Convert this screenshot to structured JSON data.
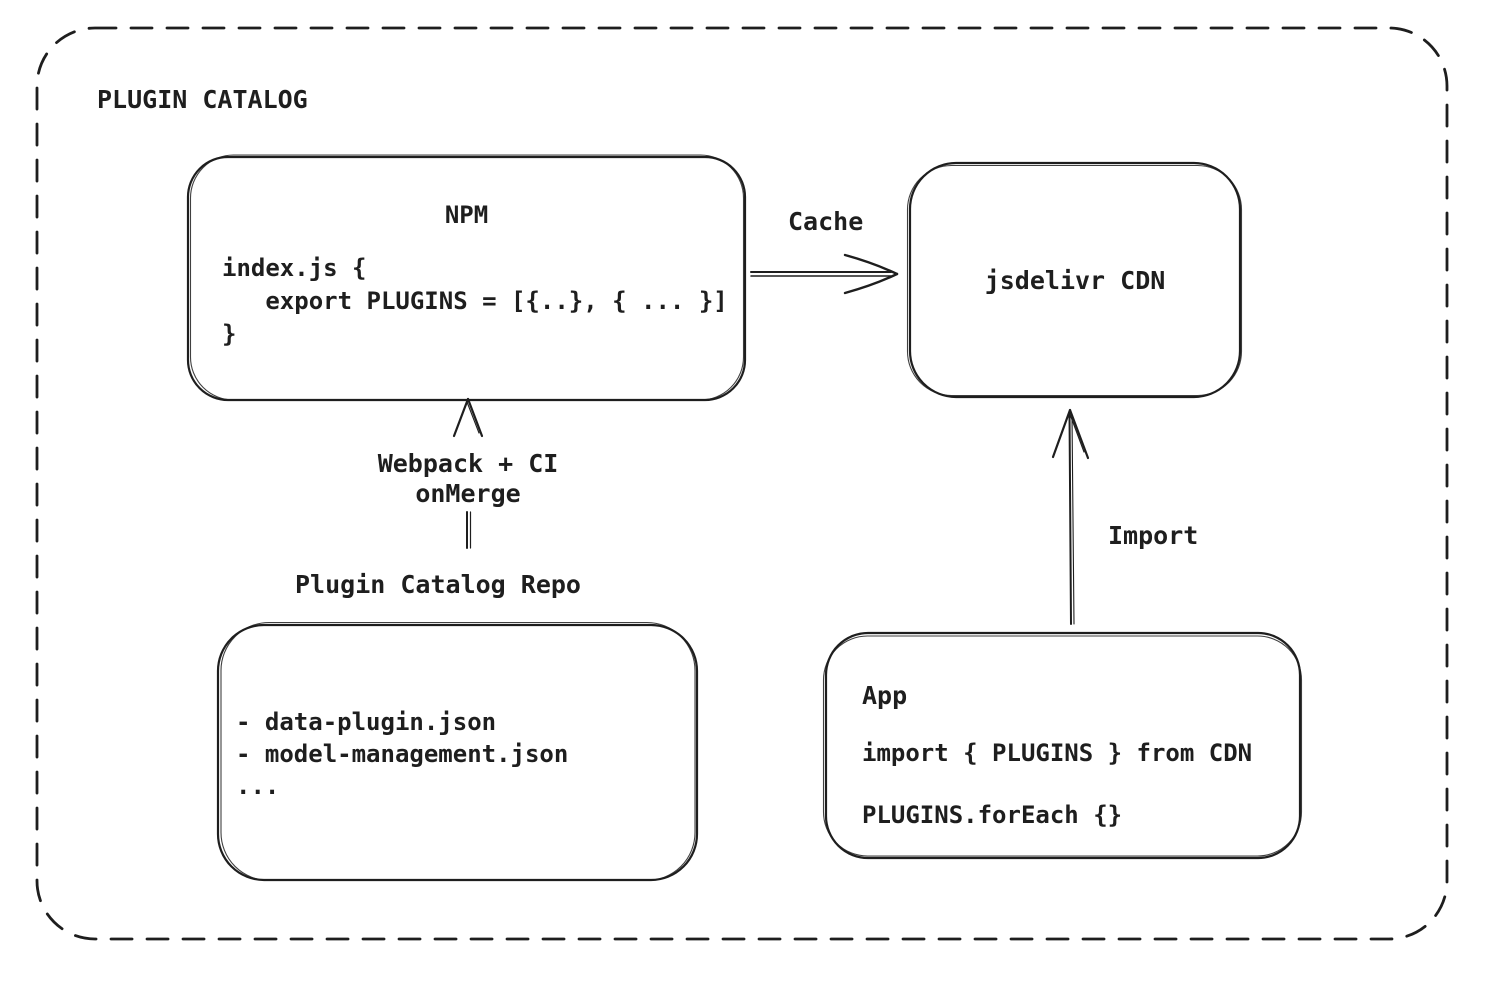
{
  "page": {
    "background": "#ffffff",
    "stroke_color": "#1e1e1e"
  },
  "diagram": {
    "title": "PLUGIN CATALOG",
    "npm": {
      "title": "NPM",
      "code": "index.js {\n   export PLUGINS = [{..}, { ... }]\n}"
    },
    "cdn": {
      "label": "jsdelivr CDN"
    },
    "repo": {
      "label": "Plugin Catalog Repo",
      "files": "- data-plugin.json\n- model-management.json\n..."
    },
    "app": {
      "title": "App",
      "import_line": "import { PLUGINS } from CDN",
      "foreach_line": "PLUGINS.forEach {}"
    },
    "edges": {
      "cache_label": "Cache",
      "build_label": "Webpack + CI\nonMerge",
      "import_label": "Import"
    }
  }
}
